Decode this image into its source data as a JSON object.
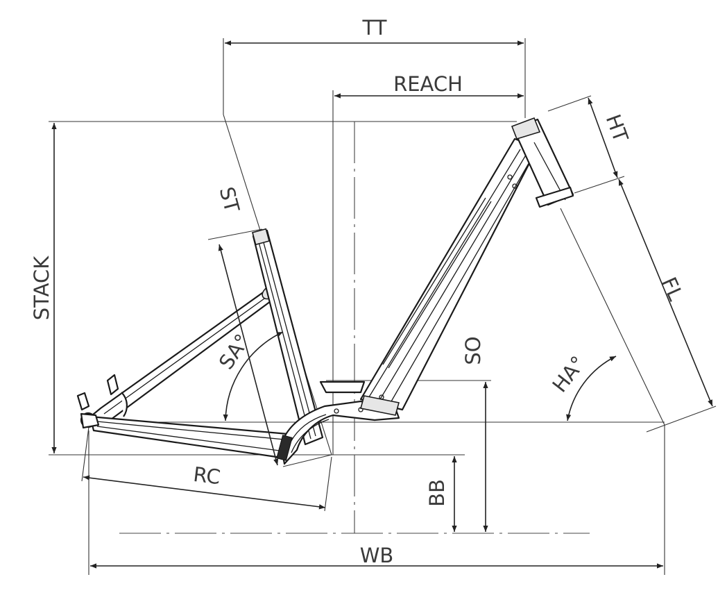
{
  "labels": {
    "tt": "TT",
    "reach": "REACH",
    "stack": "STACK",
    "st": "ST",
    "ht": "HT",
    "fl": "FL",
    "sa": "SA°",
    "ha": "HA°",
    "so": "SO",
    "rc": "RC",
    "bb": "BB",
    "wb": "WB"
  }
}
